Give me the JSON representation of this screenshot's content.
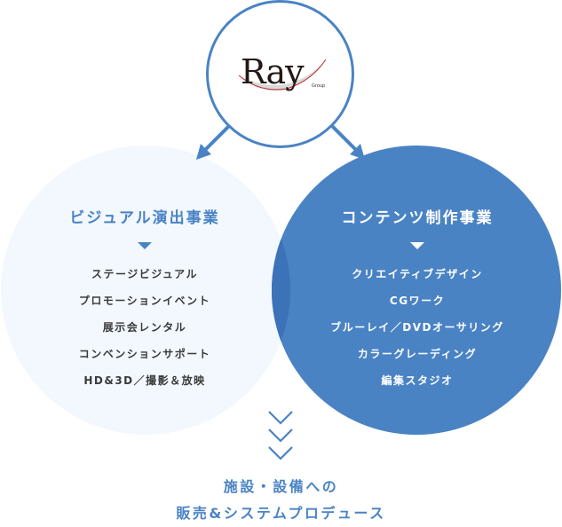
{
  "logo": {
    "name": "Ray",
    "subtitle": "Group"
  },
  "colors": {
    "accent_blue": "#4a83c4",
    "light_circle": "#f2f8fe",
    "overlap": "#3b72b8",
    "text_dark": "#3a3a3a"
  },
  "left_circle": {
    "title": "ビジュアル演出事業",
    "items": [
      "ステージビジュアル",
      "プロモーションイベント",
      "展示会レンタル",
      "コンベンションサポート",
      "HD&3D／撮影＆放映"
    ]
  },
  "right_circle": {
    "title": "コンテンツ制作事業",
    "items": [
      "クリエイティブデザイン",
      "CGワーク",
      "ブルーレイ／DVDオーサリング",
      "カラーグレーディング",
      "編集スタジオ"
    ]
  },
  "bottom": {
    "line1": "施設・設備への",
    "line2": "販売&システムプロデュース"
  }
}
